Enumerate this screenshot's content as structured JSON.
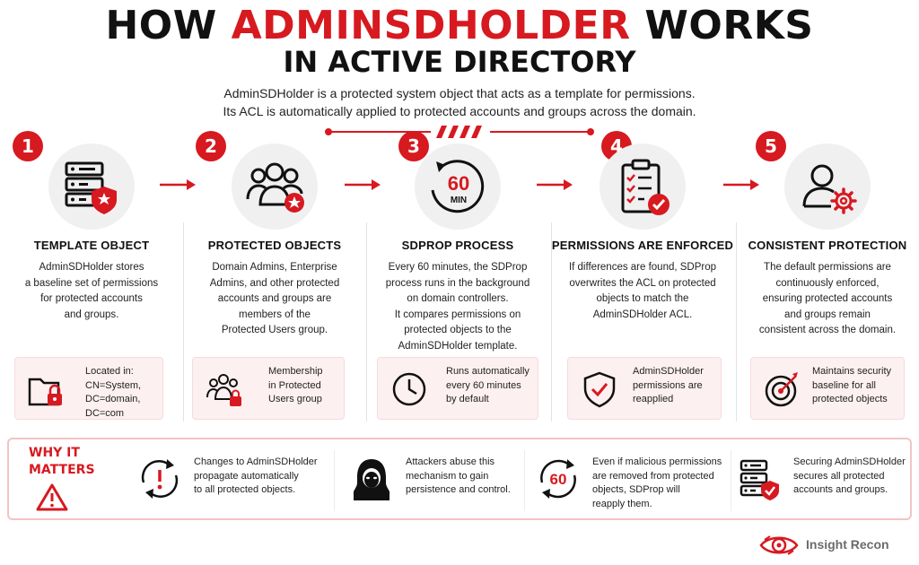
{
  "header": {
    "title_part1": "HOW ",
    "title_highlight": "ADMINSDHOLDER",
    "title_part2": " WORKS",
    "title_line2": "IN ACTIVE DIRECTORY",
    "subtitle_line1": "AdminSDHolder is a protected system object that acts as a template for permissions.",
    "subtitle_line2": "Its ACL is automatically applied to protected accounts and groups across the domain."
  },
  "colors": {
    "accent": "#d71920",
    "card_bg": "#fdf0f0",
    "icon_bg": "#f0f0f0"
  },
  "steps": [
    {
      "number": "1",
      "icon": "server-stack-shield-icon",
      "heading": "TEMPLATE OBJECT",
      "body": [
        "AdminSDHolder stores",
        "a baseline set of permissions",
        "for protected accounts",
        "and groups."
      ],
      "card_icon": "folder-lock-icon",
      "card_text": [
        "Located in:",
        "CN=System,",
        "DC=domain,",
        "DC=com"
      ]
    },
    {
      "number": "2",
      "icon": "user-group-star-icon",
      "heading": "PROTECTED OBJECTS",
      "body": [
        "Domain Admins, Enterprise",
        "Admins, and other protected",
        "accounts and groups are",
        "members of the",
        "Protected Users group."
      ],
      "card_icon": "user-group-lock-icon",
      "card_text": [
        "Membership",
        "in Protected",
        "Users group"
      ]
    },
    {
      "number": "3",
      "icon": "timer-60-icon",
      "icon_number": "60",
      "icon_unit": "MIN",
      "heading": "SDPROP PROCESS",
      "body": [
        "Every 60 minutes, the SDProp",
        "process runs in the background",
        "on domain controllers.",
        "It compares permissions on",
        "protected objects to the",
        "AdminSDHolder template."
      ],
      "card_icon": "clock-icon",
      "card_text": [
        "Runs automatically",
        "every 60 minutes",
        "by default"
      ]
    },
    {
      "number": "4",
      "icon": "clipboard-check-icon",
      "heading": "PERMISSIONS ARE ENFORCED",
      "body": [
        "If differences are found, SDProp",
        "overwrites the ACL on protected",
        "objects to match the",
        "AdminSDHolder ACL."
      ],
      "card_icon": "shield-check-icon",
      "card_text": [
        "AdminSDHolder",
        "permissions are",
        "reapplied"
      ]
    },
    {
      "number": "5",
      "icon": "user-gear-icon",
      "heading": "CONSISTENT PROTECTION",
      "body": [
        "The default permissions are",
        "continuously enforced,",
        "ensuring protected accounts",
        "and groups remain",
        "consistent across the domain."
      ],
      "card_icon": "target-icon",
      "card_text": [
        "Maintains security",
        "baseline for all",
        "protected objects"
      ]
    }
  ],
  "why": {
    "title_line1": "WHY IT",
    "title_line2": "MATTERS",
    "items": [
      {
        "icon": "sync-alert-icon",
        "text": [
          "Changes to AdminSDHolder",
          "propagate automatically",
          "to all protected objects."
        ]
      },
      {
        "icon": "hooded-attacker-icon",
        "text": [
          "Attackers abuse this",
          "mechanism to gain",
          "persistence and control."
        ]
      },
      {
        "icon": "cycle-60-icon",
        "icon_number": "60",
        "text": [
          "Even if malicious permissions",
          "are removed from protected",
          "objects, SDProp will",
          "reapply them."
        ]
      },
      {
        "icon": "server-shield-icon",
        "text": [
          "Securing AdminSDHolder",
          "secures all protected",
          "accounts and groups."
        ]
      }
    ]
  },
  "brand": {
    "name": "Insight Recon",
    "icon": "eye-logo-icon"
  }
}
